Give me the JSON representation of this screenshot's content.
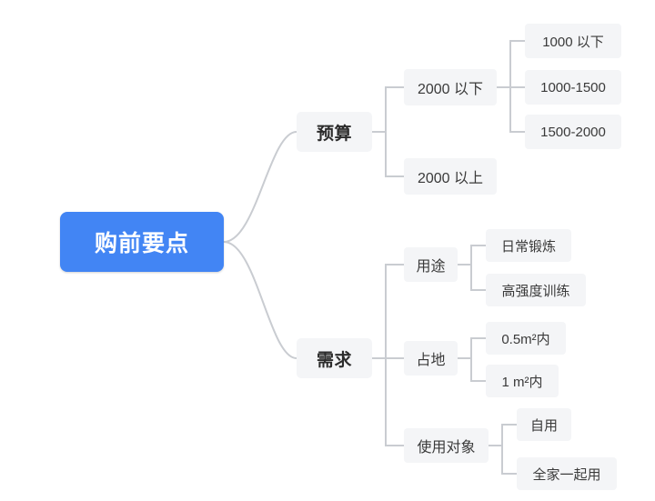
{
  "diagram": {
    "type": "mindmap",
    "root": {
      "label": "购前要点",
      "color": "#4285f4",
      "text_color": "#ffffff"
    },
    "node_color": "#f4f5f7",
    "edge_color": "#c9ccd1",
    "branches": [
      {
        "label": "预算",
        "children": [
          {
            "label": "2000 以下",
            "children": [
              {
                "label": "1000 以下"
              },
              {
                "label": "1000-1500"
              },
              {
                "label": "1500-2000"
              }
            ]
          },
          {
            "label": "2000 以上",
            "children": []
          }
        ]
      },
      {
        "label": "需求",
        "children": [
          {
            "label": "用途",
            "children": [
              {
                "label": "日常锻炼"
              },
              {
                "label": "高强度训练"
              }
            ]
          },
          {
            "label": "占地",
            "children": [
              {
                "label": "0.5m²内"
              },
              {
                "label": "1 m²内"
              }
            ]
          },
          {
            "label": "使用对象",
            "children": [
              {
                "label": "自用"
              },
              {
                "label": "全家一起用"
              }
            ]
          }
        ]
      }
    ]
  }
}
